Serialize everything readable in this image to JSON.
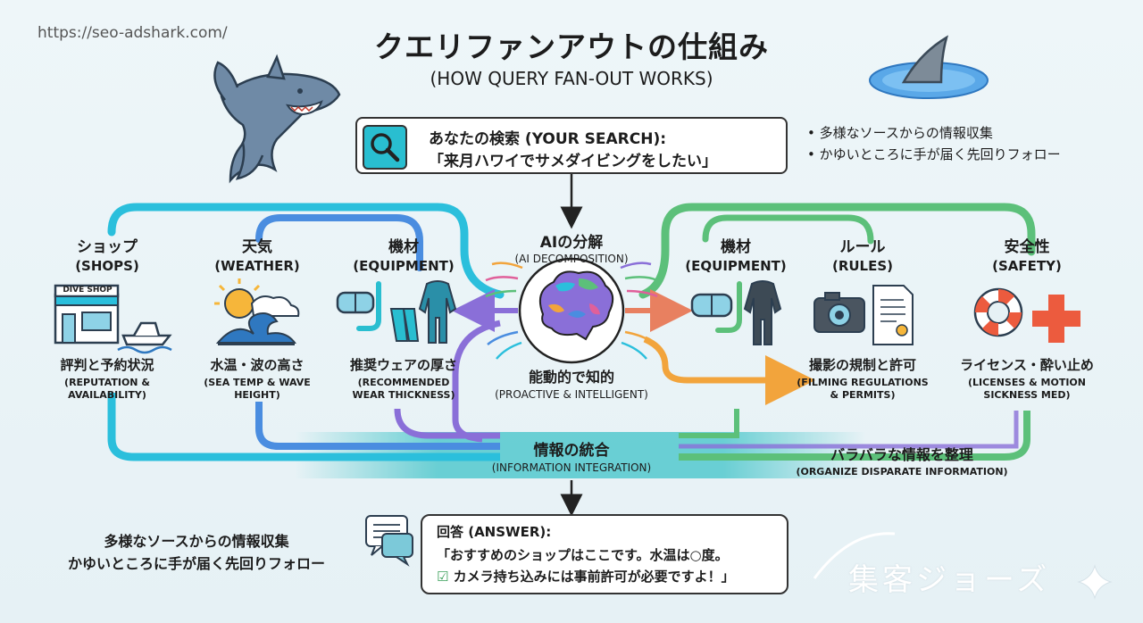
{
  "url": "https://seo-adshark.com/",
  "title": "クエリファンアウトの仕組み",
  "subtitle": "(HOW QUERY FAN-OUT WORKS)",
  "search": {
    "line1": "あなたの検索 (YOUR SEARCH):",
    "line2": "「来月ハワイでサメダイビングをしたい」"
  },
  "bullets_top_right": [
    "• 多様なソースからの情報収集",
    "• かゆいところに手が届く先回りフォロー"
  ],
  "ai": {
    "title": "AIの分解",
    "title_en": "(AI DECOMPOSITION)",
    "caption": "能動的で知的",
    "caption_en": "(PROACTIVE & INTELLIGENT)"
  },
  "left_branches": [
    {
      "title": "ショップ",
      "title_en": "(SHOPS)",
      "caption": "評判と予約状況",
      "caption_en_1": "(REPUTATION &",
      "caption_en_2": "AVAILABILITY)",
      "icon": "dive-shop-icon",
      "sign": "DIVE SHOP"
    },
    {
      "title": "天気",
      "title_en": "(WEATHER)",
      "caption": "水温・波の高さ",
      "caption_en_1": "(SEA TEMP & WAVE",
      "caption_en_2": "HEIGHT)",
      "icon": "sun-wave-icon"
    },
    {
      "title": "機材",
      "title_en": "(EQUIPMENT)",
      "caption": "推奨ウェアの厚さ",
      "caption_en_1": "(RECOMMENDED",
      "caption_en_2": "WEAR THICKNESS)",
      "icon": "dive-gear-icon"
    }
  ],
  "right_branches": [
    {
      "title": "機材",
      "title_en": "(EQUIPMENT)",
      "icon": "dive-gear-icon"
    },
    {
      "title": "ルール",
      "title_en": "(RULES)",
      "caption": "撮影の規制と許可",
      "caption_en_1": "(FILMING REGULATIONS",
      "caption_en_2": "& PERMITS)",
      "icon": "camera-document-icon"
    },
    {
      "title": "安全性",
      "title_en": "(SAFETY)",
      "caption": "ライセンス・酔い止め",
      "caption_en_1": "(LICENSES & MOTION",
      "caption_en_2": "SICKNESS MED)",
      "icon": "lifebuoy-cross-icon"
    }
  ],
  "integration": {
    "title": "情報の統合",
    "title_en": "(INFORMATION INTEGRATION)"
  },
  "organize": {
    "title": "バラバラな情報を整理",
    "title_en": "(ORGANIZE DISPARATE INFORMATION)"
  },
  "answer": {
    "title": "回答 (ANSWER):",
    "line1": "「おすすめのショップはここです。水温は○度。",
    "line2_check": "☑",
    "line2": " カメラ持ち込みには事前許可が必要ですよ！」"
  },
  "bullets_bottom_left": [
    "多様なソースからの情報収集",
    "かゆいところに手が届く先回りフォロー"
  ],
  "watermark": "集客ジョーズ",
  "colors": {
    "cyan": "#2bbfdc",
    "blue": "#4a8de0",
    "purple": "#8a6fd8",
    "green": "#5cc07a",
    "orange": "#f2a43c",
    "teal_band": "#3fc3c8",
    "search_icon_bg": "#29bed0"
  }
}
